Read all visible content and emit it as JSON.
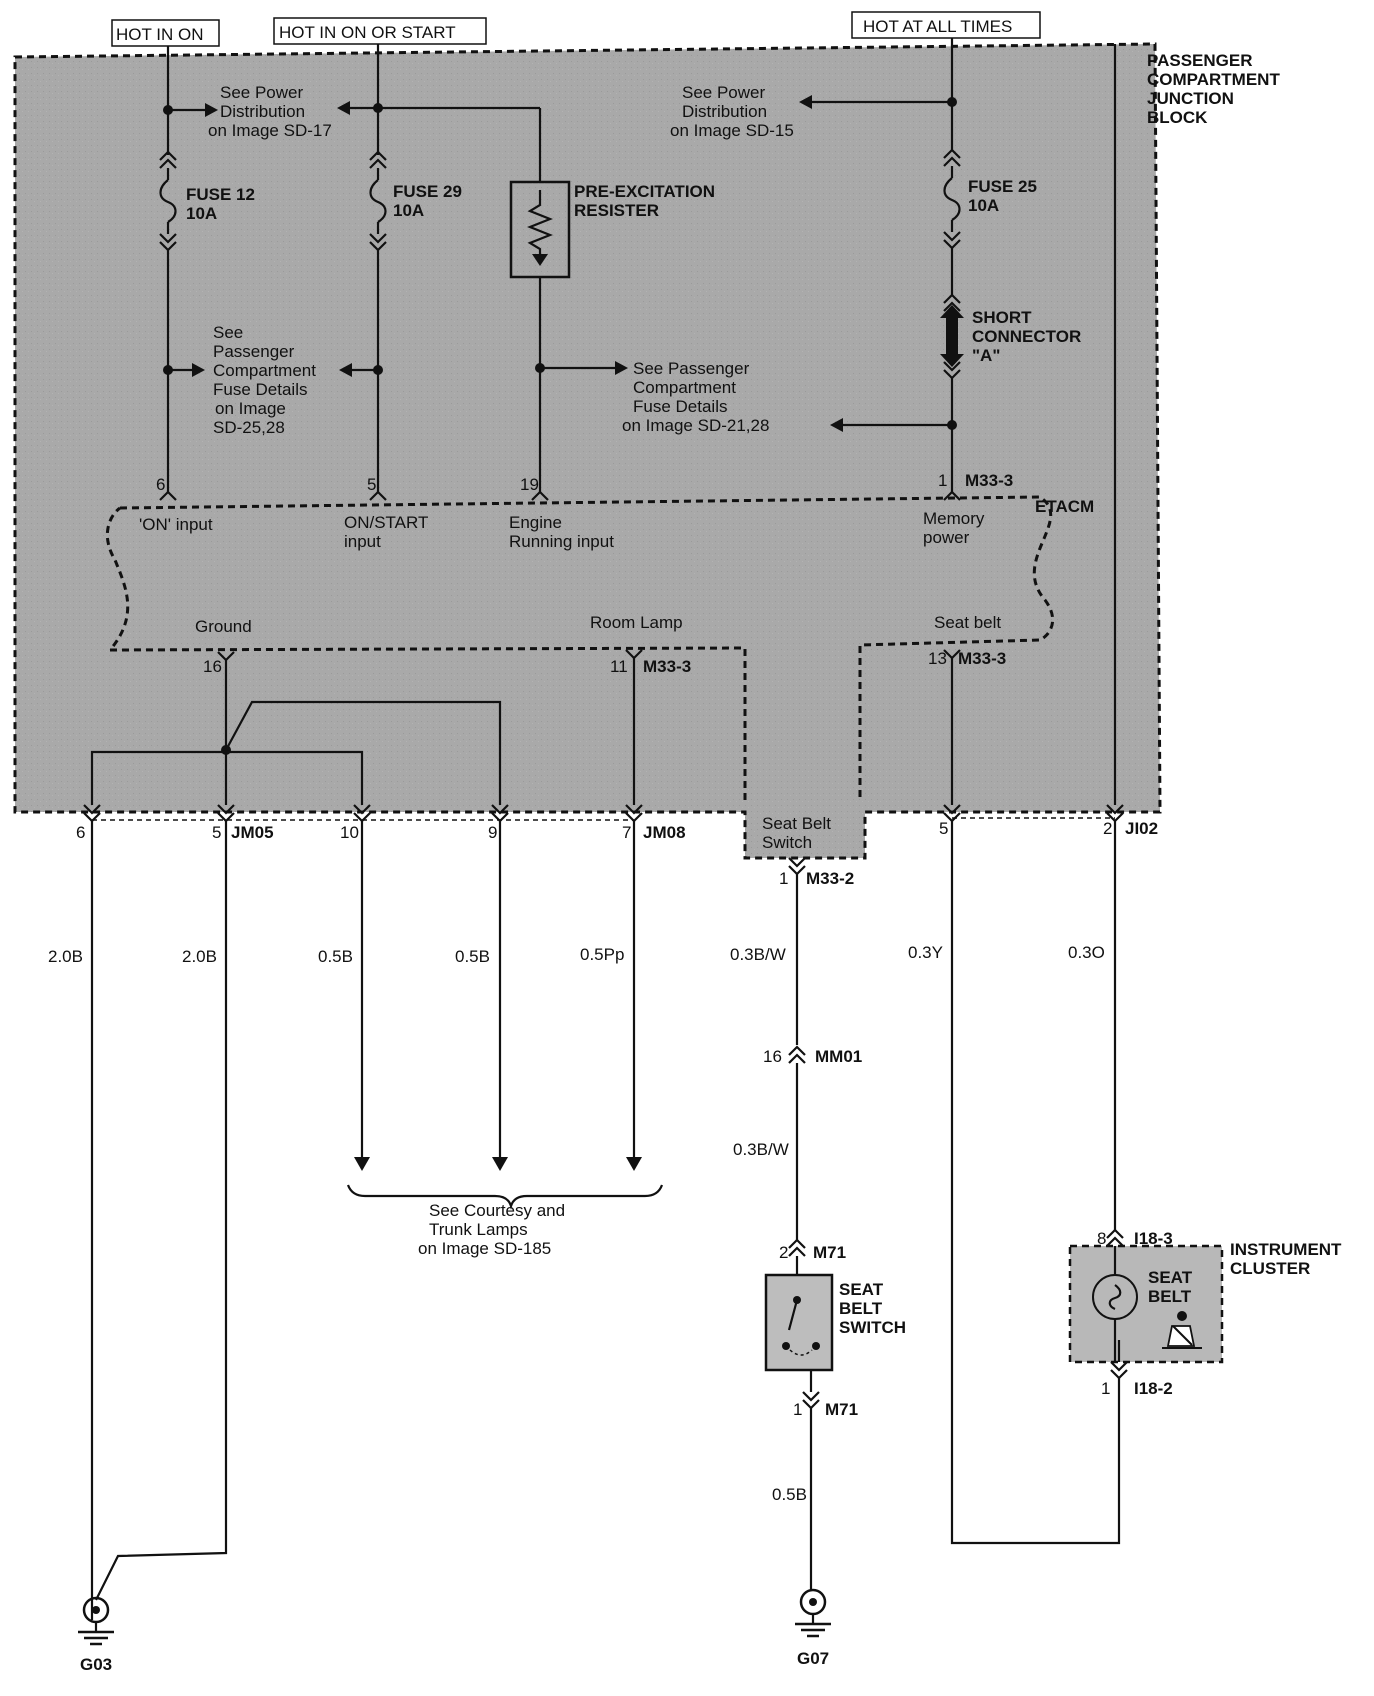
{
  "power_sources": {
    "hot_in_on": "HOT IN ON",
    "hot_in_on_or_start": "HOT IN ON OR START",
    "hot_at_all_times": "HOT AT ALL TIMES"
  },
  "junction_block": {
    "label": [
      "PASSENGER",
      "COMPARTMENT",
      "JUNCTION",
      "BLOCK"
    ],
    "refs": {
      "power_dist_left": [
        "See Power",
        "Distribution",
        "on Image SD-17"
      ],
      "power_dist_right": [
        "See Power",
        "Distribution",
        "on Image SD-15"
      ],
      "fuse_details_left": [
        "See",
        "Passenger",
        "Compartment",
        "Fuse Details",
        "on Image",
        "SD-25,28"
      ],
      "fuse_details_right": [
        "See Passenger",
        "Compartment",
        "Fuse Details",
        "on Image SD-21,28"
      ]
    },
    "fuses": [
      {
        "name": "FUSE 12",
        "rating": "10A"
      },
      {
        "name": "FUSE 29",
        "rating": "10A"
      },
      {
        "name": "FUSE 25",
        "rating": "10A"
      }
    ],
    "resistor": [
      "PRE-EXCITATION",
      "RESISTER"
    ],
    "short_connector": [
      "SHORT",
      "CONNECTOR",
      "\"A\""
    ]
  },
  "etacm": {
    "label": "ETACM",
    "inputs": [
      {
        "pin": "6",
        "label": [
          "'ON' input"
        ]
      },
      {
        "pin": "5",
        "label": [
          "ON/START",
          "input"
        ]
      },
      {
        "pin": "19",
        "label": [
          "Engine",
          "Running input"
        ]
      },
      {
        "pin": "1",
        "label": [
          "Memory",
          "power"
        ],
        "connector": "M33-3"
      }
    ],
    "outputs": [
      {
        "pin": "16",
        "label": "Ground"
      },
      {
        "pin": "11",
        "label": "Room Lamp",
        "connector": "M33-3"
      },
      {
        "pin": "13",
        "label": "Seat belt",
        "connector": "M33-3"
      }
    ],
    "seat_belt_switch_tab": [
      "Seat Belt",
      "Switch"
    ]
  },
  "bottom_pins": {
    "p6": "6",
    "p5": "5",
    "jm05": "JM05",
    "p10": "10",
    "p9": "9",
    "p7": "7",
    "jm08": "JM08",
    "m33_pin": "1",
    "m33_2": "M33-2",
    "p5r": "5",
    "p2": "2",
    "ji02": "JI02"
  },
  "wires": [
    "2.0B",
    "2.0B",
    "0.5B",
    "0.5B",
    "0.5Pp",
    "0.3B/W",
    "0.3Y",
    "0.3O",
    "0.3B/W",
    "0.5B"
  ],
  "courtesy_ref": [
    "See Courtesy and",
    "Trunk Lamps",
    "on Image SD-185"
  ],
  "connectors": {
    "mm01_pin": "16",
    "mm01": "MM01",
    "m71_top_pin": "2",
    "m71_top": "M71",
    "m71_bot_pin": "1",
    "m71_bot": "M71",
    "i18_3_pin": "8",
    "i18_3": "I18-3",
    "i18_2_pin": "1",
    "i18_2": "I18-2"
  },
  "seat_belt_switch": [
    "SEAT",
    "BELT",
    "SWITCH"
  ],
  "instrument_cluster": {
    "label": [
      "INSTRUMENT",
      "CLUSTER"
    ],
    "indicator": [
      "SEAT",
      "BELT"
    ]
  },
  "grounds": {
    "g03": "G03",
    "g07": "G07"
  }
}
